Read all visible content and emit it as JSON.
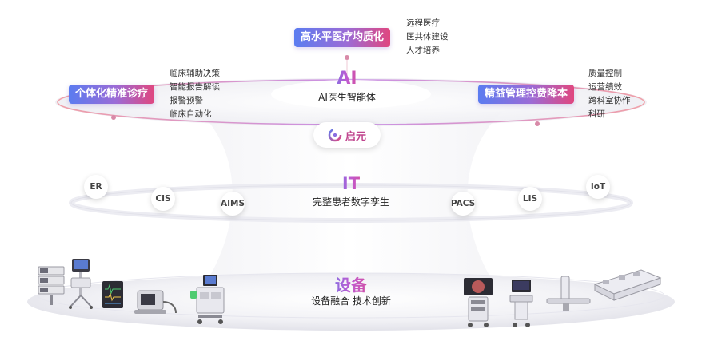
{
  "ai_tier": {
    "title": "AI",
    "subtitle": "AI医生智能体",
    "top": {
      "label": "高水平医疗均质化",
      "items": [
        "远程医疗",
        "医共体建设",
        "人才培养"
      ]
    },
    "left": {
      "label": "个体化精准诊疗",
      "items": [
        "临床辅助决策",
        "智能报告解读",
        "报警预警",
        "临床自动化"
      ]
    },
    "right": {
      "label": "精益管理控费降本",
      "items": [
        "质量控制",
        "运营绩效",
        "跨科室协作",
        "科研"
      ]
    }
  },
  "brand": {
    "name": "启元",
    "icon": "swirl-logo-icon"
  },
  "it_tier": {
    "title": "IT",
    "subtitle": "完整患者数字孪生",
    "nodes": [
      "ER",
      "CIS",
      "AIMS",
      "PACS",
      "LIS",
      "IoT"
    ]
  },
  "device_tier": {
    "title": "设备",
    "subtitle": "设备融合 技术创新"
  },
  "colors": {
    "grad_start": "#5b7cf0",
    "grad_mid": "#9b6bd6",
    "grad_end": "#e0477f",
    "dot": "#d88aa8"
  }
}
